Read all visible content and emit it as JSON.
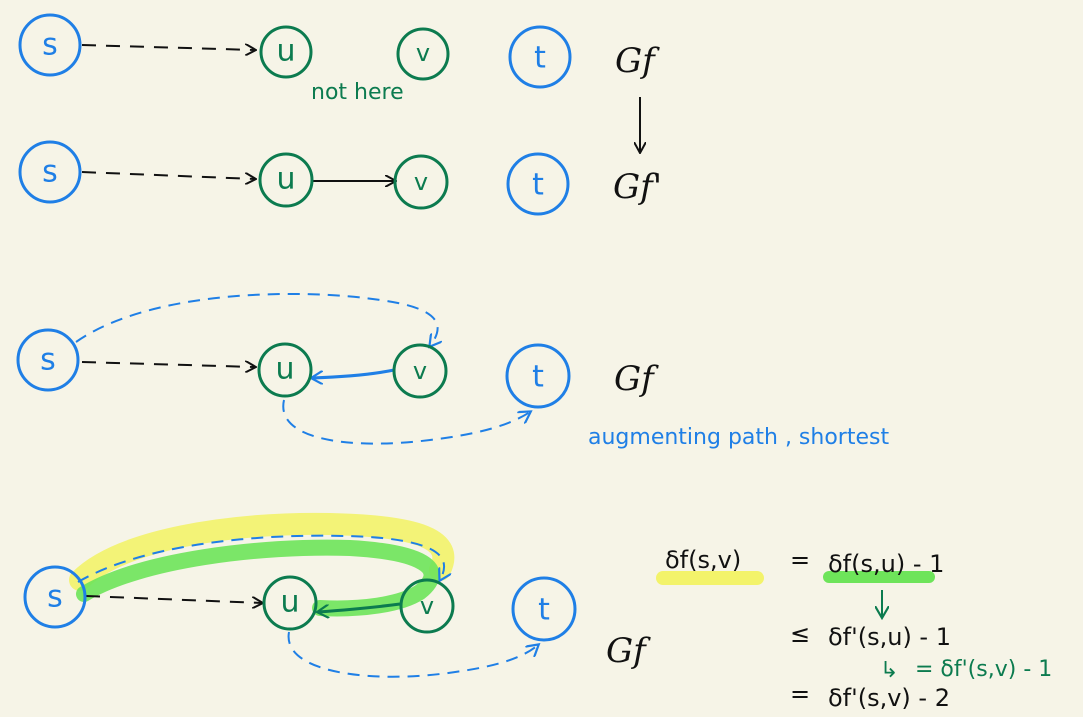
{
  "colors": {
    "background": "#f6f4e7",
    "blue": "#1f7fe6",
    "green": "#0c7b4f",
    "black": "#111111",
    "yellow_highlight": "#f3f36a",
    "green_highlight": "#6ee45a"
  },
  "nodes": {
    "s": "s",
    "u": "u",
    "v": "v",
    "t": "t"
  },
  "graph_labels": {
    "gf": "Gf",
    "gf_prime": "Gf'"
  },
  "annotations": {
    "not_here": "not here",
    "augmenting_path": "augmenting path , shortest"
  },
  "equations": {
    "lhs": "δf(s,v)",
    "eq": "=",
    "rhs1": "δf(s,u) - 1",
    "le": "≤",
    "rhs2": "δf'(s,u) - 1",
    "hook": "↳",
    "rhs2_note": "= δf'(s,v) - 1",
    "eq2": "=",
    "rhs3": "δf'(s,v) - 2"
  }
}
